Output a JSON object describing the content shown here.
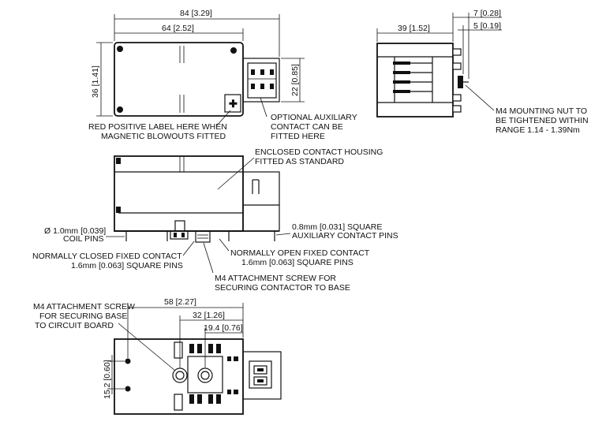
{
  "top_view": {
    "dim_overall": "84 [3.29]",
    "dim_body": "64 [2.52]",
    "dim_height": "36 [1.41]",
    "dim_aux": "22 [0.85]",
    "note_red_label": [
      "RED POSITIVE LABEL HERE WHEN",
      "MAGNETIC BLOWOUTS FITTED"
    ],
    "note_aux_contact": [
      "OPTIONAL AUXILIARY",
      "CONTACT CAN BE",
      "FITTED HERE"
    ]
  },
  "side_view": {
    "dim_depth": "39 [1.52]",
    "dim_stud": "7 [0.28]",
    "dim_nut": "5 [0.19]",
    "note_nut": [
      "M4 MOUNTING NUT TO",
      "BE TIGHTENED WITHIN",
      "RANGE 1.14 - 1.39Nm"
    ]
  },
  "front_view": {
    "note_housing": [
      "ENCLOSED CONTACT HOUSING",
      "FITTED AS STANDARD"
    ],
    "note_coil_pins": [
      "Ø 1.0mm [0.039]",
      "COIL PINS"
    ],
    "note_aux_pins": [
      "0.8mm [0.031] SQUARE",
      "AUXILIARY CONTACT PINS"
    ],
    "note_nc": [
      "NORMALLY CLOSED FIXED CONTACT",
      "1.6mm [0.063] SQUARE PINS"
    ],
    "note_no": [
      "NORMALLY OPEN FIXED CONTACT",
      "1.6mm [0.063] SQUARE PINS"
    ],
    "note_screw": [
      "M4 ATTACHMENT SCREW FOR",
      "SECURING CONTACTOR TO BASE"
    ]
  },
  "base_view": {
    "note_screw": [
      "M4 ATTACHMENT SCREW",
      "FOR SECURING BASE",
      "TO CIRCUIT BOARD"
    ],
    "dim_58": "58 [2.27]",
    "dim_32": "32 [1.26]",
    "dim_19": "19.4 [0.76]",
    "dim_15": "15.2 [0.60]"
  }
}
